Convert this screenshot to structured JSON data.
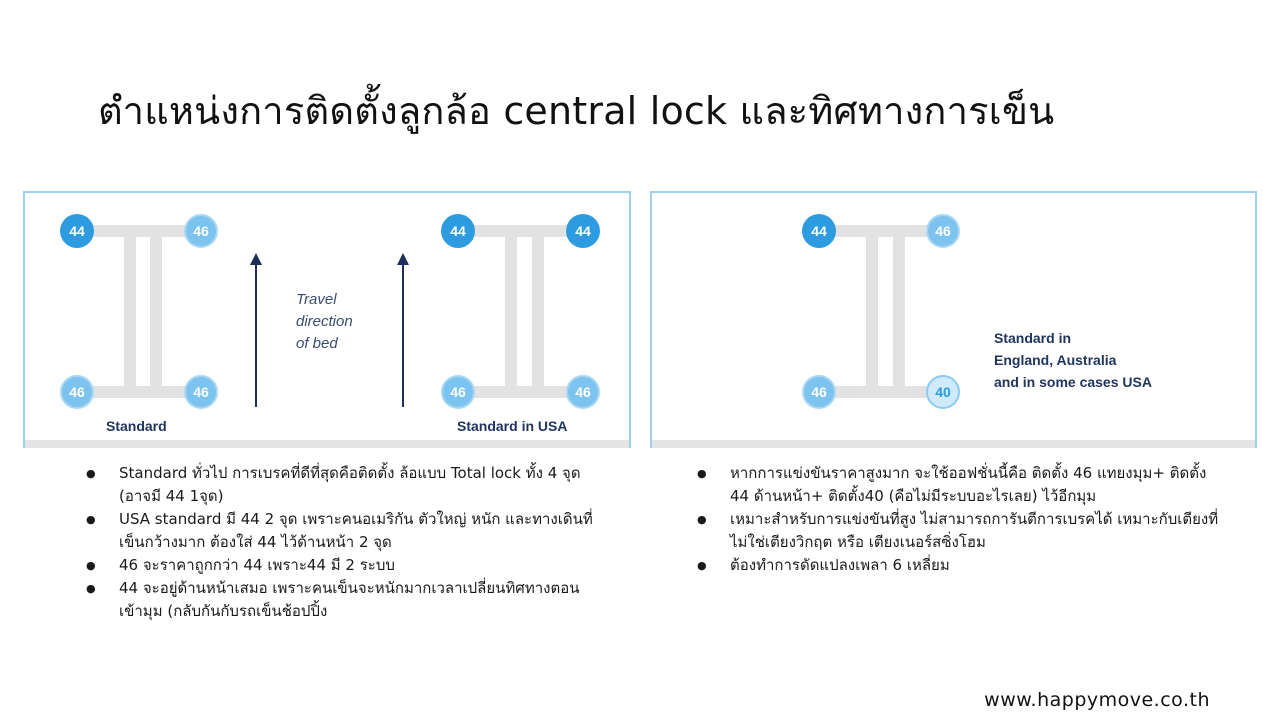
{
  "title": "ตำแหน่งการติดตั้งลูกล้อ central lock และทิศทางการเข็น",
  "left_panel": {
    "standard": {
      "label": "Standard",
      "wheels": {
        "front_left": "44",
        "front_right": "46",
        "rear_left": "46",
        "rear_right": "46"
      }
    },
    "travel_direction": [
      "Travel",
      "direction",
      "of bed"
    ],
    "usa": {
      "label": "Standard in USA",
      "wheels": {
        "front_left": "44",
        "front_right": "44",
        "rear_left": "46",
        "rear_right": "46"
      }
    }
  },
  "right_panel": {
    "wheels": {
      "front_left": "44",
      "front_right": "46",
      "rear_left": "46",
      "rear_right": "40"
    },
    "label_lines": [
      "Standard in",
      "England, Australia",
      "and in some cases USA"
    ]
  },
  "left_notes": [
    "Standard ทั่วไป การเบรคที่ดีที่สุดคือติดตั้ง ล้อแบบ Total lock ทั้ง 4 จุด (อาจมี 44 1จุด)",
    "USA standard มี 44 2 จุด เพราะคนอเมริกัน ตัวใหญ่ หนัก และทางเดินที่เข็นกว้างมาก ต้องใส่ 44 ไว้ด้านหน้า 2 จุด",
    "46 จะราคาถูกกว่า 44 เพราะ44 มี 2 ระบบ",
    "44 จะอยู่ด้านหน้าเสมอ เพราะคนเข็นจะหนักมากเวลาเปลี่ยนทิศทางตอนเข้ามุม (กลับกันกับรถเข็นช้อปปิ้ง"
  ],
  "right_notes": [
    "หากการแข่งขันราคาสูงมาก จะใช้ออฟชั่นนี้คือ ติดตั้ง 46 แทยงมุม+ ติดตั้ง 44 ด้านหน้า+ ติดตั้ง40 (คือไม่มีระบบอะไรเลย) ไว้อีกมุม",
    "เหมาะสำหรับการแข่งขันที่สูง ไม่สามารถการันตีการเบรคได้ เหมาะกับเตียงที่ไม่ใช่เตียงวิกฤต หรือ เตียงเนอร์สซิ่งโฮม",
    "ต้องทำการดัดแปลงเพลา 6 เหลี่ยม"
  ],
  "footer": "www.happymove.co.th",
  "colors": {
    "wheel_44": "#2d9be0",
    "wheel_46": "#7cc3ef",
    "wheel_40": "#cfeafb",
    "arrow": "#1b2e5c",
    "frame": "#e2e2e2",
    "panel_border": "#9fd0ee"
  }
}
